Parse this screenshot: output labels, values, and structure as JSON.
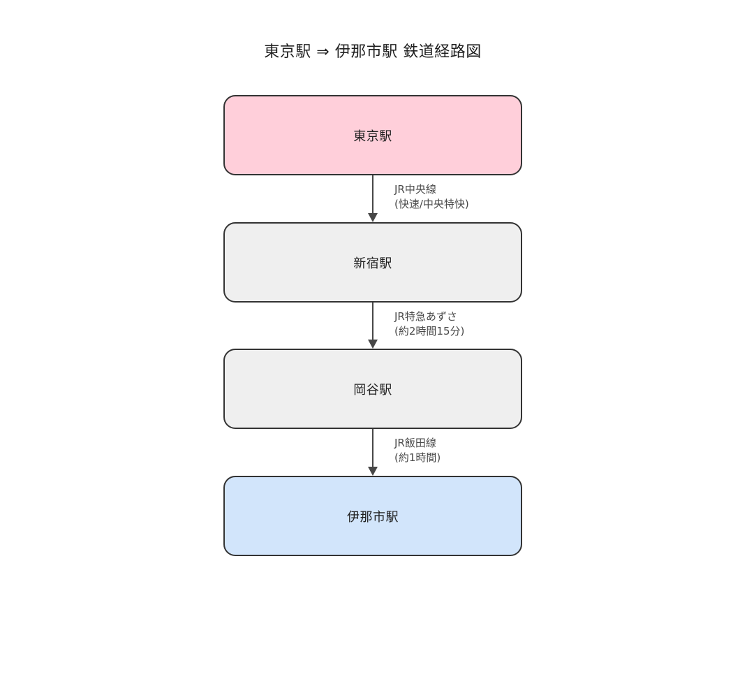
{
  "title": "東京駅 ⇒ 伊那市駅 鉄道経路図",
  "colors": {
    "background": "#ffffff",
    "node_border": "#333333",
    "node_text": "#1f1f1f",
    "arrow": "#474747",
    "edge_label_text": "#4a4a4a",
    "origin_fill": "#FFCFDA",
    "intermediate_fill": "#EFEFEF",
    "destination_fill": "#D2E5FB"
  },
  "flow": {
    "nodes": [
      {
        "label": "東京駅",
        "fill": "#FFCFDA"
      },
      {
        "label": "新宿駅",
        "fill": "#EFEFEF"
      },
      {
        "label": "岡谷駅",
        "fill": "#EFEFEF"
      },
      {
        "label": "伊那市駅",
        "fill": "#D2E5FB"
      }
    ],
    "edges": [
      {
        "line1": "JR中央線",
        "line2": "(快速/中央特快)"
      },
      {
        "line1": "JR特急あずさ",
        "line2": "(約2時間15分)"
      },
      {
        "line1": "JR飯田線",
        "line2": "(約1時間)"
      }
    ]
  }
}
